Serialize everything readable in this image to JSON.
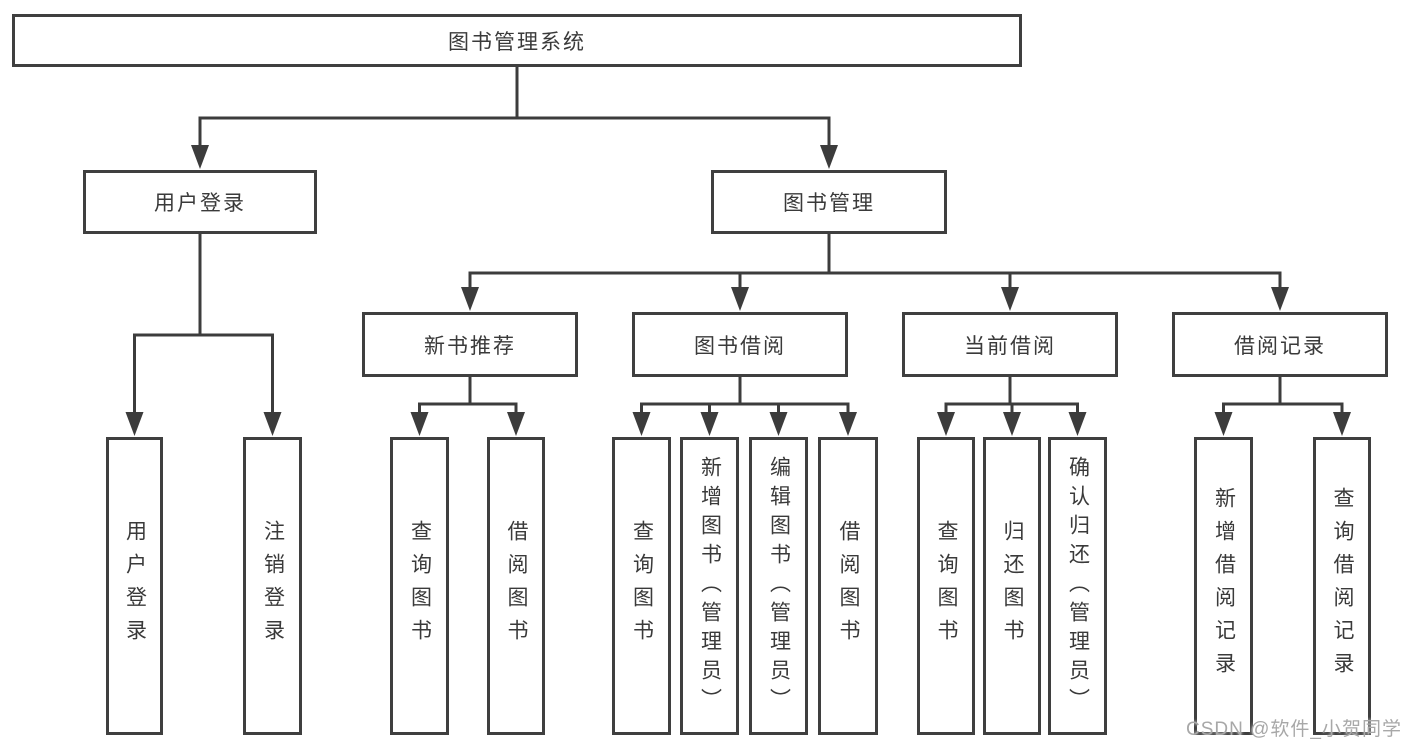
{
  "diagram": {
    "root": "图书管理系统",
    "level2": [
      "用户登录",
      "图书管理"
    ],
    "level3": [
      "新书推荐",
      "图书借阅",
      "当前借阅",
      "借阅记录"
    ],
    "level4_groups": [
      {
        "parent": "用户登录",
        "children": [
          "用户登录",
          "注销登录"
        ]
      },
      {
        "parent": "新书推荐",
        "children": [
          "查询图书",
          "借阅图书"
        ]
      },
      {
        "parent": "图书借阅",
        "children": [
          "查询图书",
          "新增图书（管理员）",
          "编辑图书（管理员）",
          "借阅图书"
        ]
      },
      {
        "parent": "当前借阅",
        "children": [
          "查询图书",
          "归还图书",
          "确认归还（管理员）"
        ]
      },
      {
        "parent": "借阅记录",
        "children": [
          "新增借阅记录",
          "查询借阅记录"
        ]
      }
    ]
  },
  "watermark": "CSDN @软件_小贺同学",
  "colors": {
    "line": "#3c3c3c",
    "box_border": "#3f3f3f",
    "text": "#3a3a3a",
    "watermark": "#a8a8a8",
    "background": "#ffffff"
  }
}
